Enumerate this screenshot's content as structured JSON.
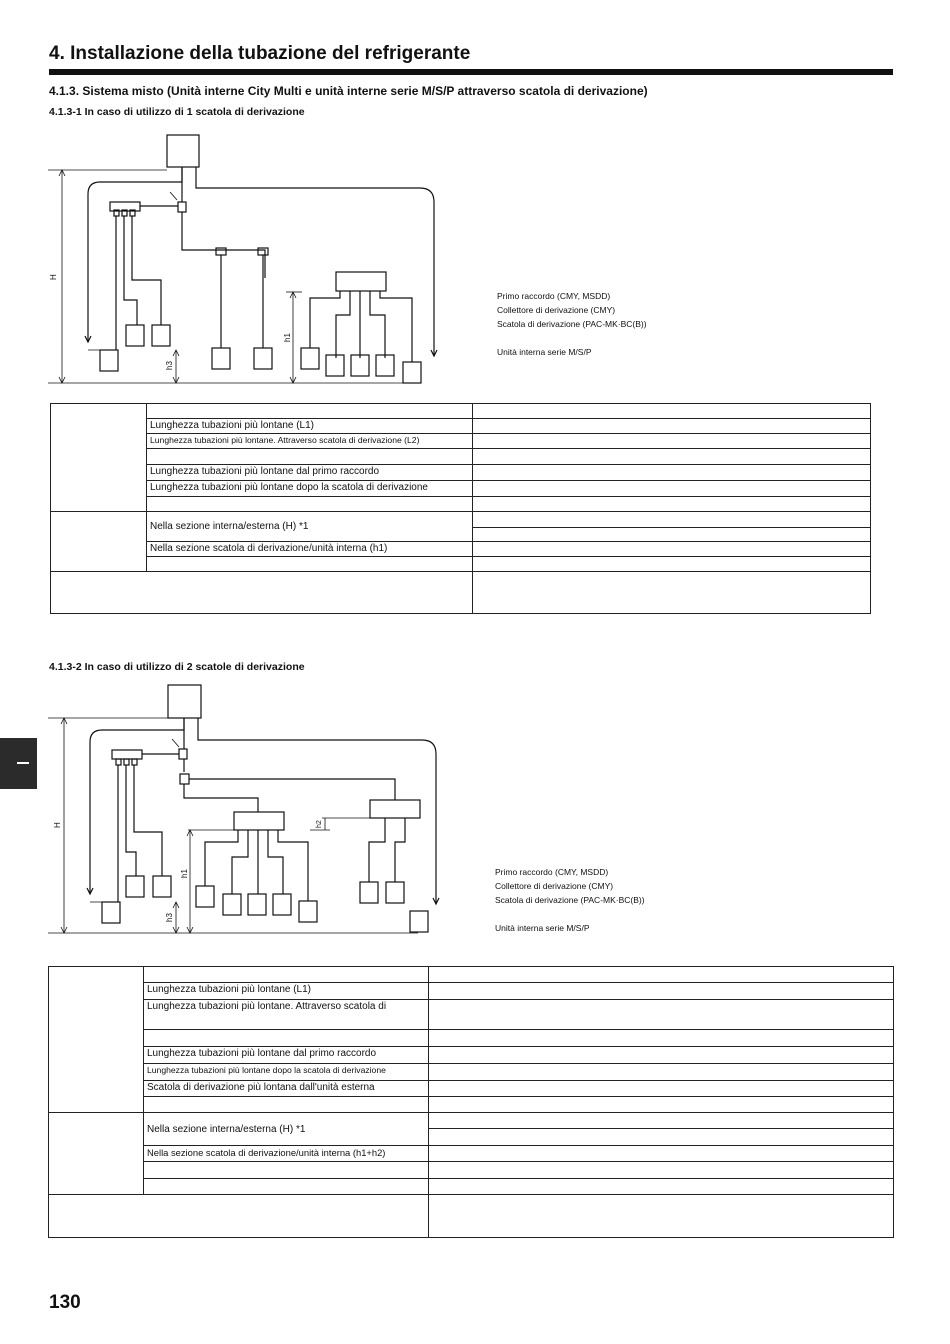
{
  "header": {
    "title": "4.  Installazione della tubazione del refrigerante"
  },
  "section": {
    "title": "4.1.3.  Sistema misto (Unità interne City Multi e unità interne serie M/S/P attraverso scatola di derivazione)"
  },
  "diagram1": {
    "title": "4.1.3-1 In caso di utilizzo di 1 scatola di derivazione",
    "labels": {
      "H": "H",
      "h1": "h1",
      "h3": "h3"
    },
    "legend": [
      "Primo raccordo (CMY, MSDD)",
      "Collettore di derivazione (CMY)",
      "Scatola di derivazione (PAC-MK·BC(B))",
      "",
      "Unità interna serie M/S/P"
    ]
  },
  "table1": {
    "rows": [
      "",
      "Lunghezza tubazioni più lontane (L1)",
      "Lunghezza tubazioni più lontane. Attraverso scatola di derivazione (L2)",
      "",
      "Lunghezza tubazioni più lontane dal primo raccordo",
      "Lunghezza tubazioni più lontane dopo la scatola di derivazione",
      "",
      "Nella sezione interna/esterna (H) *1",
      "Nella sezione scatola di derivazione/unità interna (h1)",
      ""
    ]
  },
  "diagram2": {
    "title": "4.1.3-2 In caso di utilizzo di 2 scatole di derivazione",
    "labels": {
      "H": "H",
      "h1": "h1",
      "h2": "h2",
      "h3": "h3"
    },
    "legend": [
      "Primo raccordo (CMY, MSDD)",
      "Collettore di derivazione (CMY)",
      "Scatola di derivazione (PAC-MK·BC(B))",
      "",
      "Unità interna serie M/S/P"
    ]
  },
  "table2": {
    "rows": [
      "",
      "Lunghezza tubazioni più lontane (L1)",
      "Lunghezza tubazioni più lontane. Attraverso scatola di",
      "",
      "Lunghezza tubazioni più lontane dal primo raccordo",
      "Lunghezza tubazioni più lontane dopo la scatola di derivazione",
      "Scatola di derivazione più lontana dall'unità esterna",
      "",
      "Nella sezione interna/esterna (H) *1",
      "Nella sezione scatola di derivazione/unità interna (h1+h2)",
      "",
      ""
    ]
  },
  "page": {
    "number": "130"
  }
}
